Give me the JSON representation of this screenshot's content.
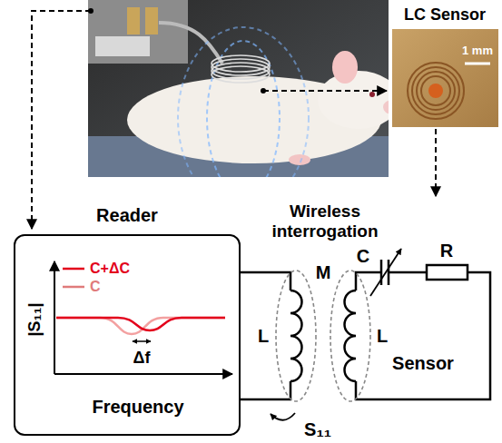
{
  "diagram": {
    "nodes": [
      {
        "text": [
          "Reader"
        ]
      }
    ],
    "labels": [
      "LC Sensor",
      "1 mm",
      "Wireless interrogation",
      "|S₁₁|",
      "Δf",
      "Frequency",
      "M",
      "L",
      "C",
      "L",
      "R",
      "Sensor",
      "S₁₁"
    ],
    "legend": [
      {
        "text": "C+ΔC"
      },
      {
        "text": "C"
      }
    ]
  }
}
